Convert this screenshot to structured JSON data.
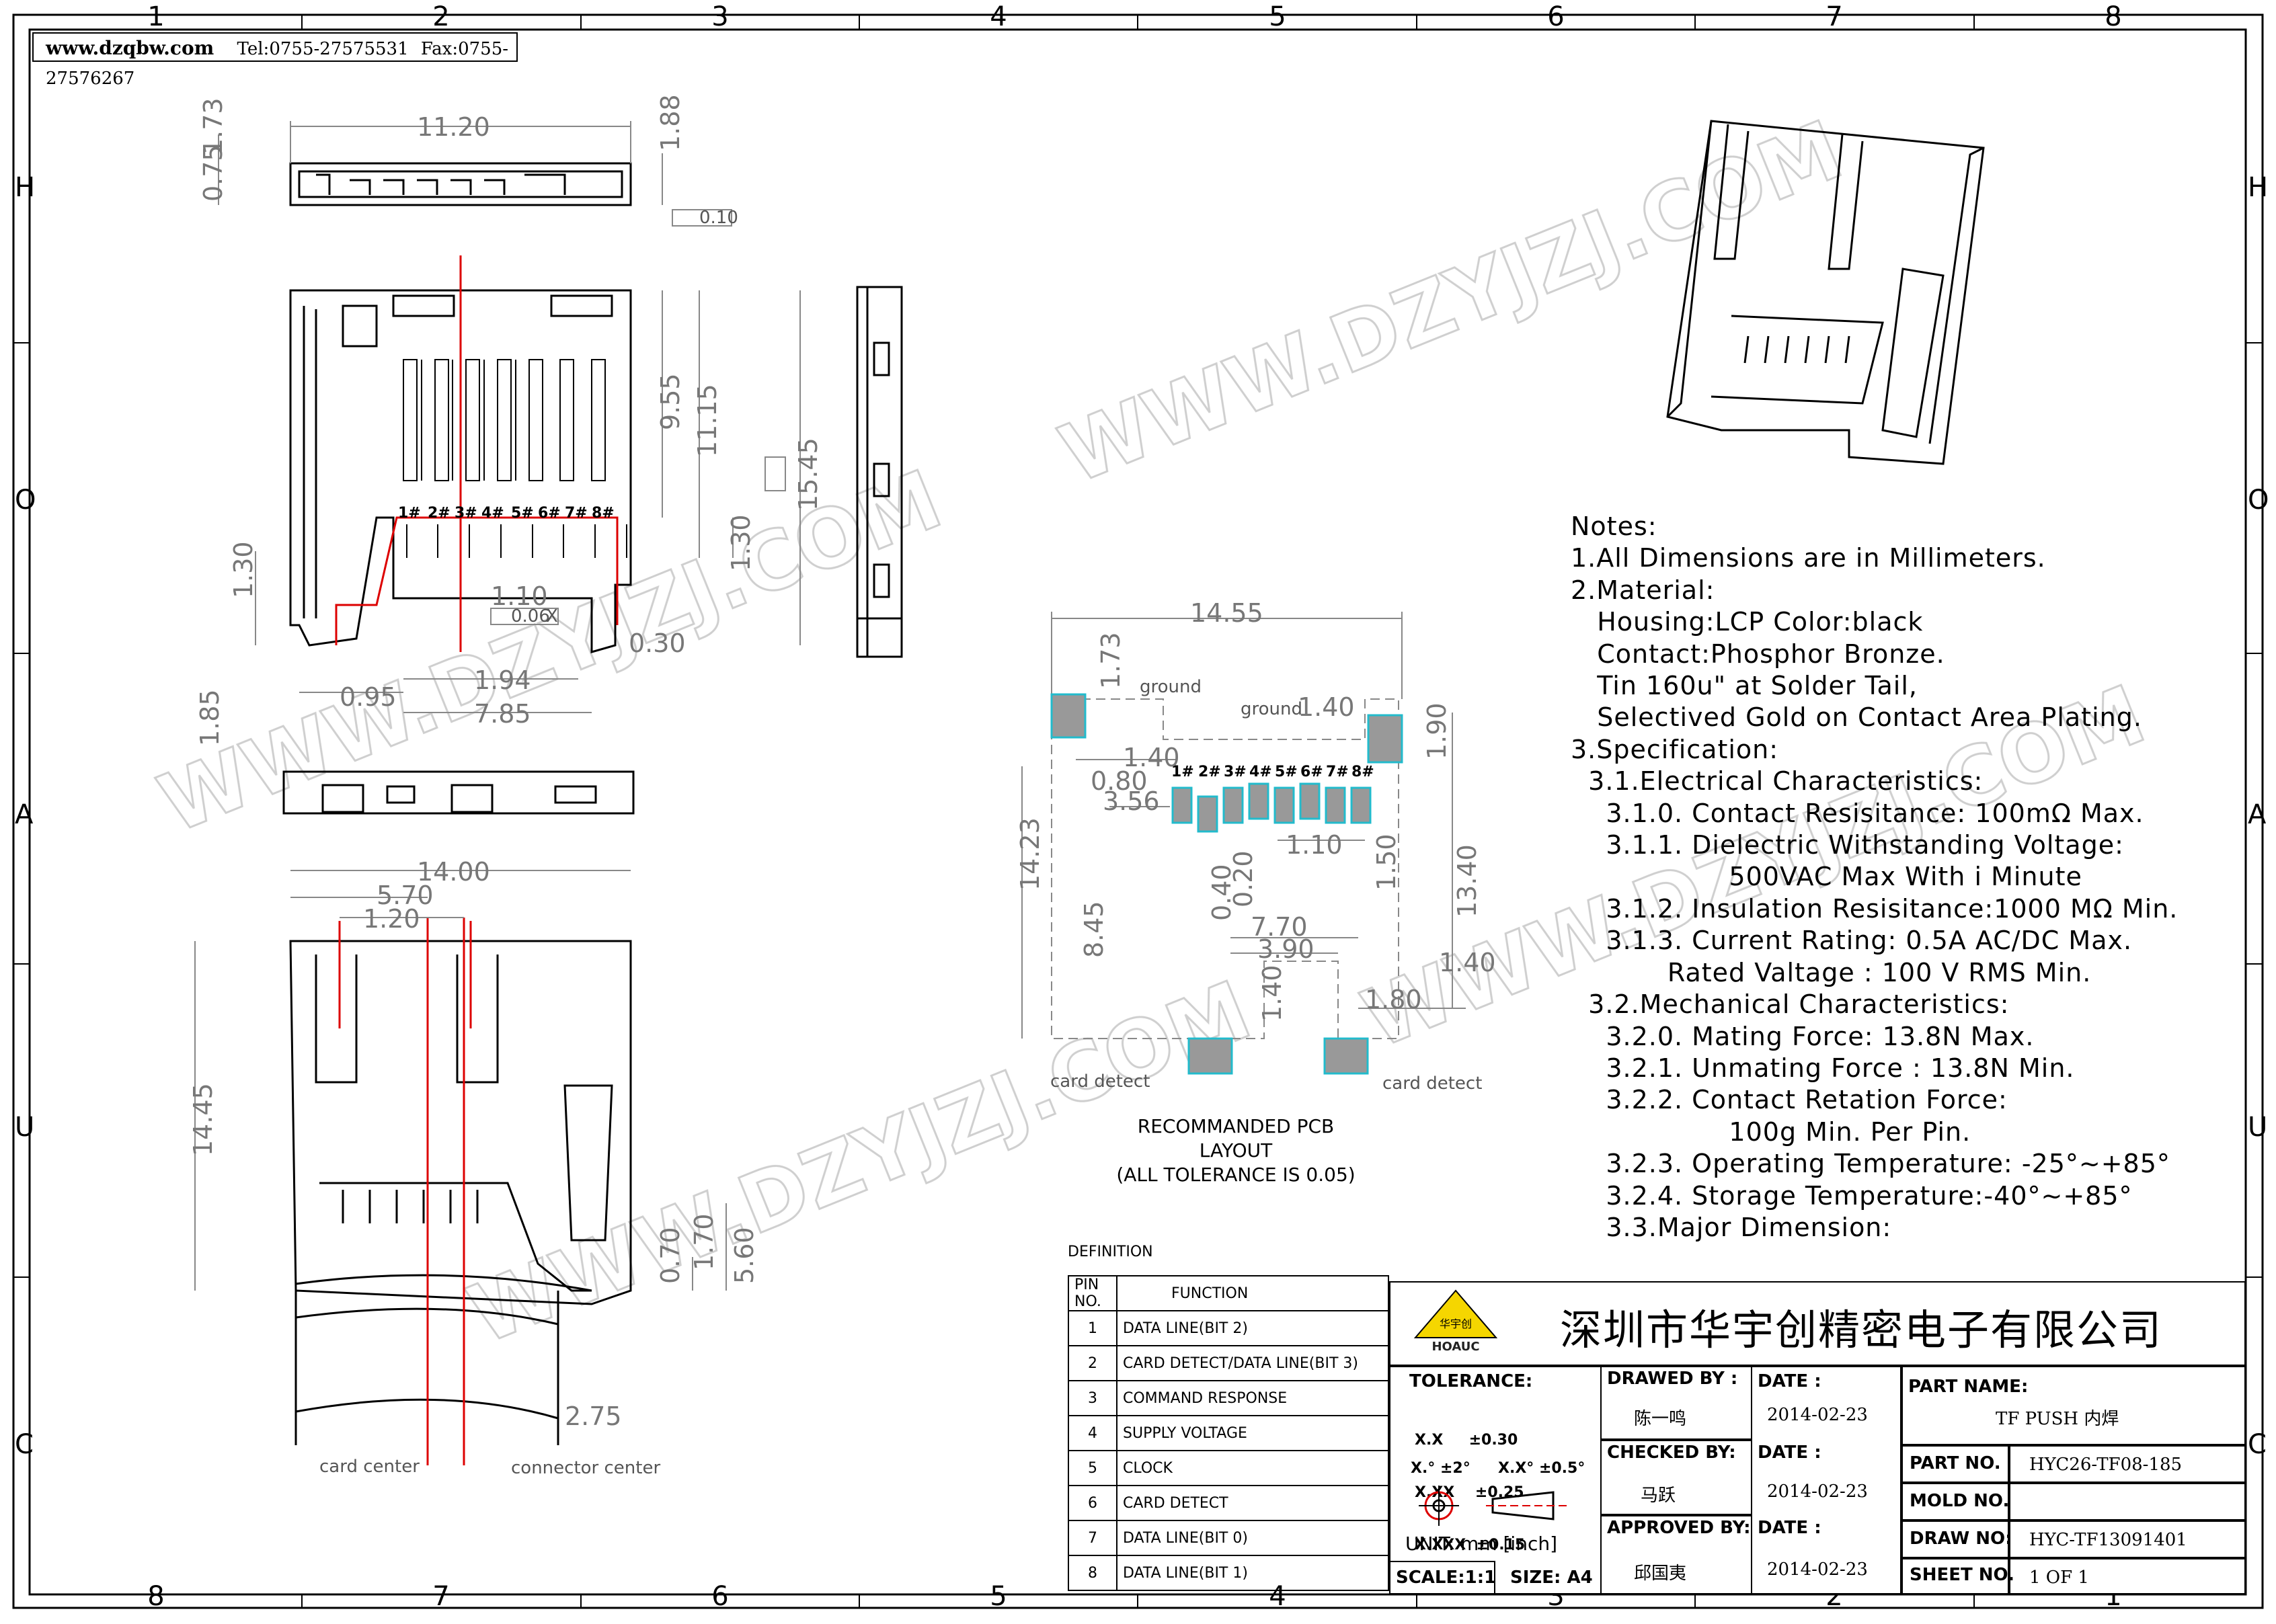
{
  "header": {
    "website": "www.dzqbw.com",
    "tel": "Tel:0755-27575531",
    "fax": "Fax:0755-27576267"
  },
  "frame": {
    "top_zones": [
      "1",
      "2",
      "3",
      "4",
      "5",
      "6",
      "7",
      "8"
    ],
    "bottom_zones": [
      "8",
      "7",
      "6",
      "5",
      "4",
      "3",
      "2",
      "1"
    ],
    "side_zones": [
      "H",
      "O",
      "A",
      "U",
      "C"
    ]
  },
  "watermark": "WWW.DZYJZJ.COM",
  "drawing_dims": {
    "top_view": [
      "1.73",
      "0.75",
      "11.20",
      "1.88",
      "0.10"
    ],
    "front_view": [
      "9.55",
      "11.15",
      "15.45",
      "1.30",
      "1.30",
      "1.10",
      "0.06",
      "0.30",
      "0.95",
      "1.94",
      "7.85",
      "X"
    ],
    "side_view": [
      "1.85"
    ],
    "bottom_view": [
      "14.00",
      "5.70",
      "1.20",
      "14.45",
      "0.70",
      "1.70",
      "5.60",
      "2.75"
    ],
    "pin_labels": [
      "1#",
      "2#",
      "3#",
      "4#",
      "5#",
      "6#",
      "7#",
      "8#"
    ],
    "bottom_labels": [
      "card center",
      "connector center"
    ]
  },
  "pcb_layout": {
    "dims": [
      "14.55",
      "1.73",
      "1.40",
      "1.90",
      "1.40",
      "0.80",
      "3.56",
      "14.23",
      "8.45",
      "0.40",
      "0.20",
      "1.10",
      "1.50",
      "13.40",
      "7.70",
      "3.90",
      "1.40",
      "1.40",
      "1.80"
    ],
    "labels": [
      "ground",
      "ground",
      "card detect",
      "card detect"
    ],
    "title_line1": "RECOMMANDED PCB LAYOUT",
    "title_line2": "(ALL TOLERANCE IS 0.05)"
  },
  "notes": [
    "Notes:",
    "1.All Dimensions are in Millimeters.",
    "2.Material:",
    "   Housing:LCP Color:black",
    "   Contact:Phosphor Bronze.",
    "   Tin 160u\" at Solder Tail,",
    "   Selectived Gold on Contact Area Plating.",
    "3.Specification:",
    "  3.1.Electrical Characteristics:",
    "    3.1.0. Contact Resisitance: 100mΩ Max.",
    "    3.1.1. Dielectric Withstanding Voltage:",
    "                  500VAC Max With i Minute",
    "    3.1.2. Insulation Resisitance:1000 MΩ Min.",
    "    3.1.3. Current Rating: 0.5A AC/DC Max.",
    "           Rated Valtage : 100 V RMS Min.",
    "  3.2.Mechanical Characteristics:",
    "    3.2.0. Mating Force: 13.8N Max.",
    "    3.2.1. Unmating Force : 13.8N Min.",
    "    3.2.2. Contact Retation Force:",
    "                  100g Min. Per Pin.",
    "    3.2.3. Operating Temperature: -25°~+85°",
    "    3.2.4. Storage Temperature:-40°~+85°",
    "    3.3.Major Dimension:"
  ],
  "definition": {
    "title": "DEFINITION",
    "col_pin": "PIN NO.",
    "col_func": "FUNCTION",
    "rows": [
      {
        "pin": "1",
        "func": "DATA LINE(BIT 2)"
      },
      {
        "pin": "2",
        "func": "CARD DETECT/DATA LINE(BIT 3)"
      },
      {
        "pin": "3",
        "func": "COMMAND RESPONSE"
      },
      {
        "pin": "4",
        "func": "SUPPLY VOLTAGE"
      },
      {
        "pin": "5",
        "func": "CLOCK"
      },
      {
        "pin": "6",
        "func": "CARD DETECT"
      },
      {
        "pin": "7",
        "func": "DATA LINE(BIT 0)"
      },
      {
        "pin": "8",
        "func": "DATA LINE(BIT 1)"
      }
    ]
  },
  "title_block": {
    "company": "深圳市华宇创精密电子有限公司",
    "logo_text": "HOAUC",
    "logo_cn": "华宇创",
    "tolerance_label": "TOLERANCE:",
    "tol_lines": [
      "X.X     ±0.30",
      "X.XX    ±0.25",
      "X.XXX  ±0.15"
    ],
    "angle_tol1": "X.° ±2°",
    "angle_tol2": "X.X° ±0.5°",
    "unit": "UNIT:  mm  [inch]",
    "scale": "SCALE:1:1",
    "size": "SIZE: A4",
    "drawn_by_label": "DRAWED BY :",
    "drawn_by": "陈一鸣",
    "checked_by_label": "CHECKED BY:",
    "checked_by": "马跃",
    "approved_by_label": "APPROVED BY:",
    "approved_by": "邱国夷",
    "date_label": "DATE :",
    "date1": "2014-02-23",
    "date2": "2014-02-23",
    "date3": "2014-02-23",
    "part_name_label": "PART NAME:",
    "part_name": "TF PUSH 内焊",
    "part_no_label": "PART NO.",
    "part_no": "HYC26-TF08-185",
    "mold_no_label": "MOLD NO.",
    "mold_no": "",
    "draw_no_label": "DRAW NO:",
    "draw_no": "HYC-TF13091401",
    "sheet_no_label": "SHEET NO.",
    "sheet_no": "1 OF 1"
  }
}
